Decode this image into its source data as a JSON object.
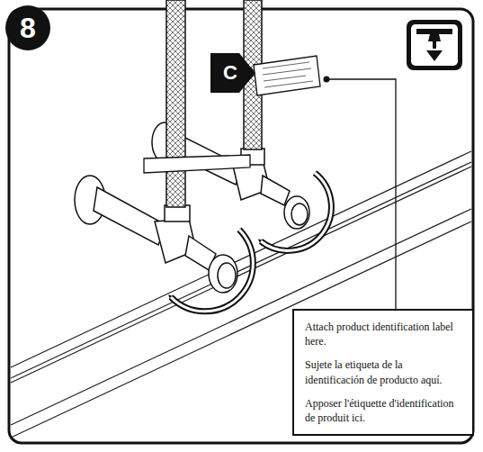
{
  "diagram": {
    "nodes": [
      {
        "text": [
          "8"
        ]
      },
      {
        "text": [
          "C"
        ]
      },
      {
        "text": [
          "Attach product identification label here.",
          "Sujete la etiqueta de la identificación de producto aquí.",
          "Apposer l'étiquette d'identification de produit ici."
        ]
      }
    ]
  }
}
